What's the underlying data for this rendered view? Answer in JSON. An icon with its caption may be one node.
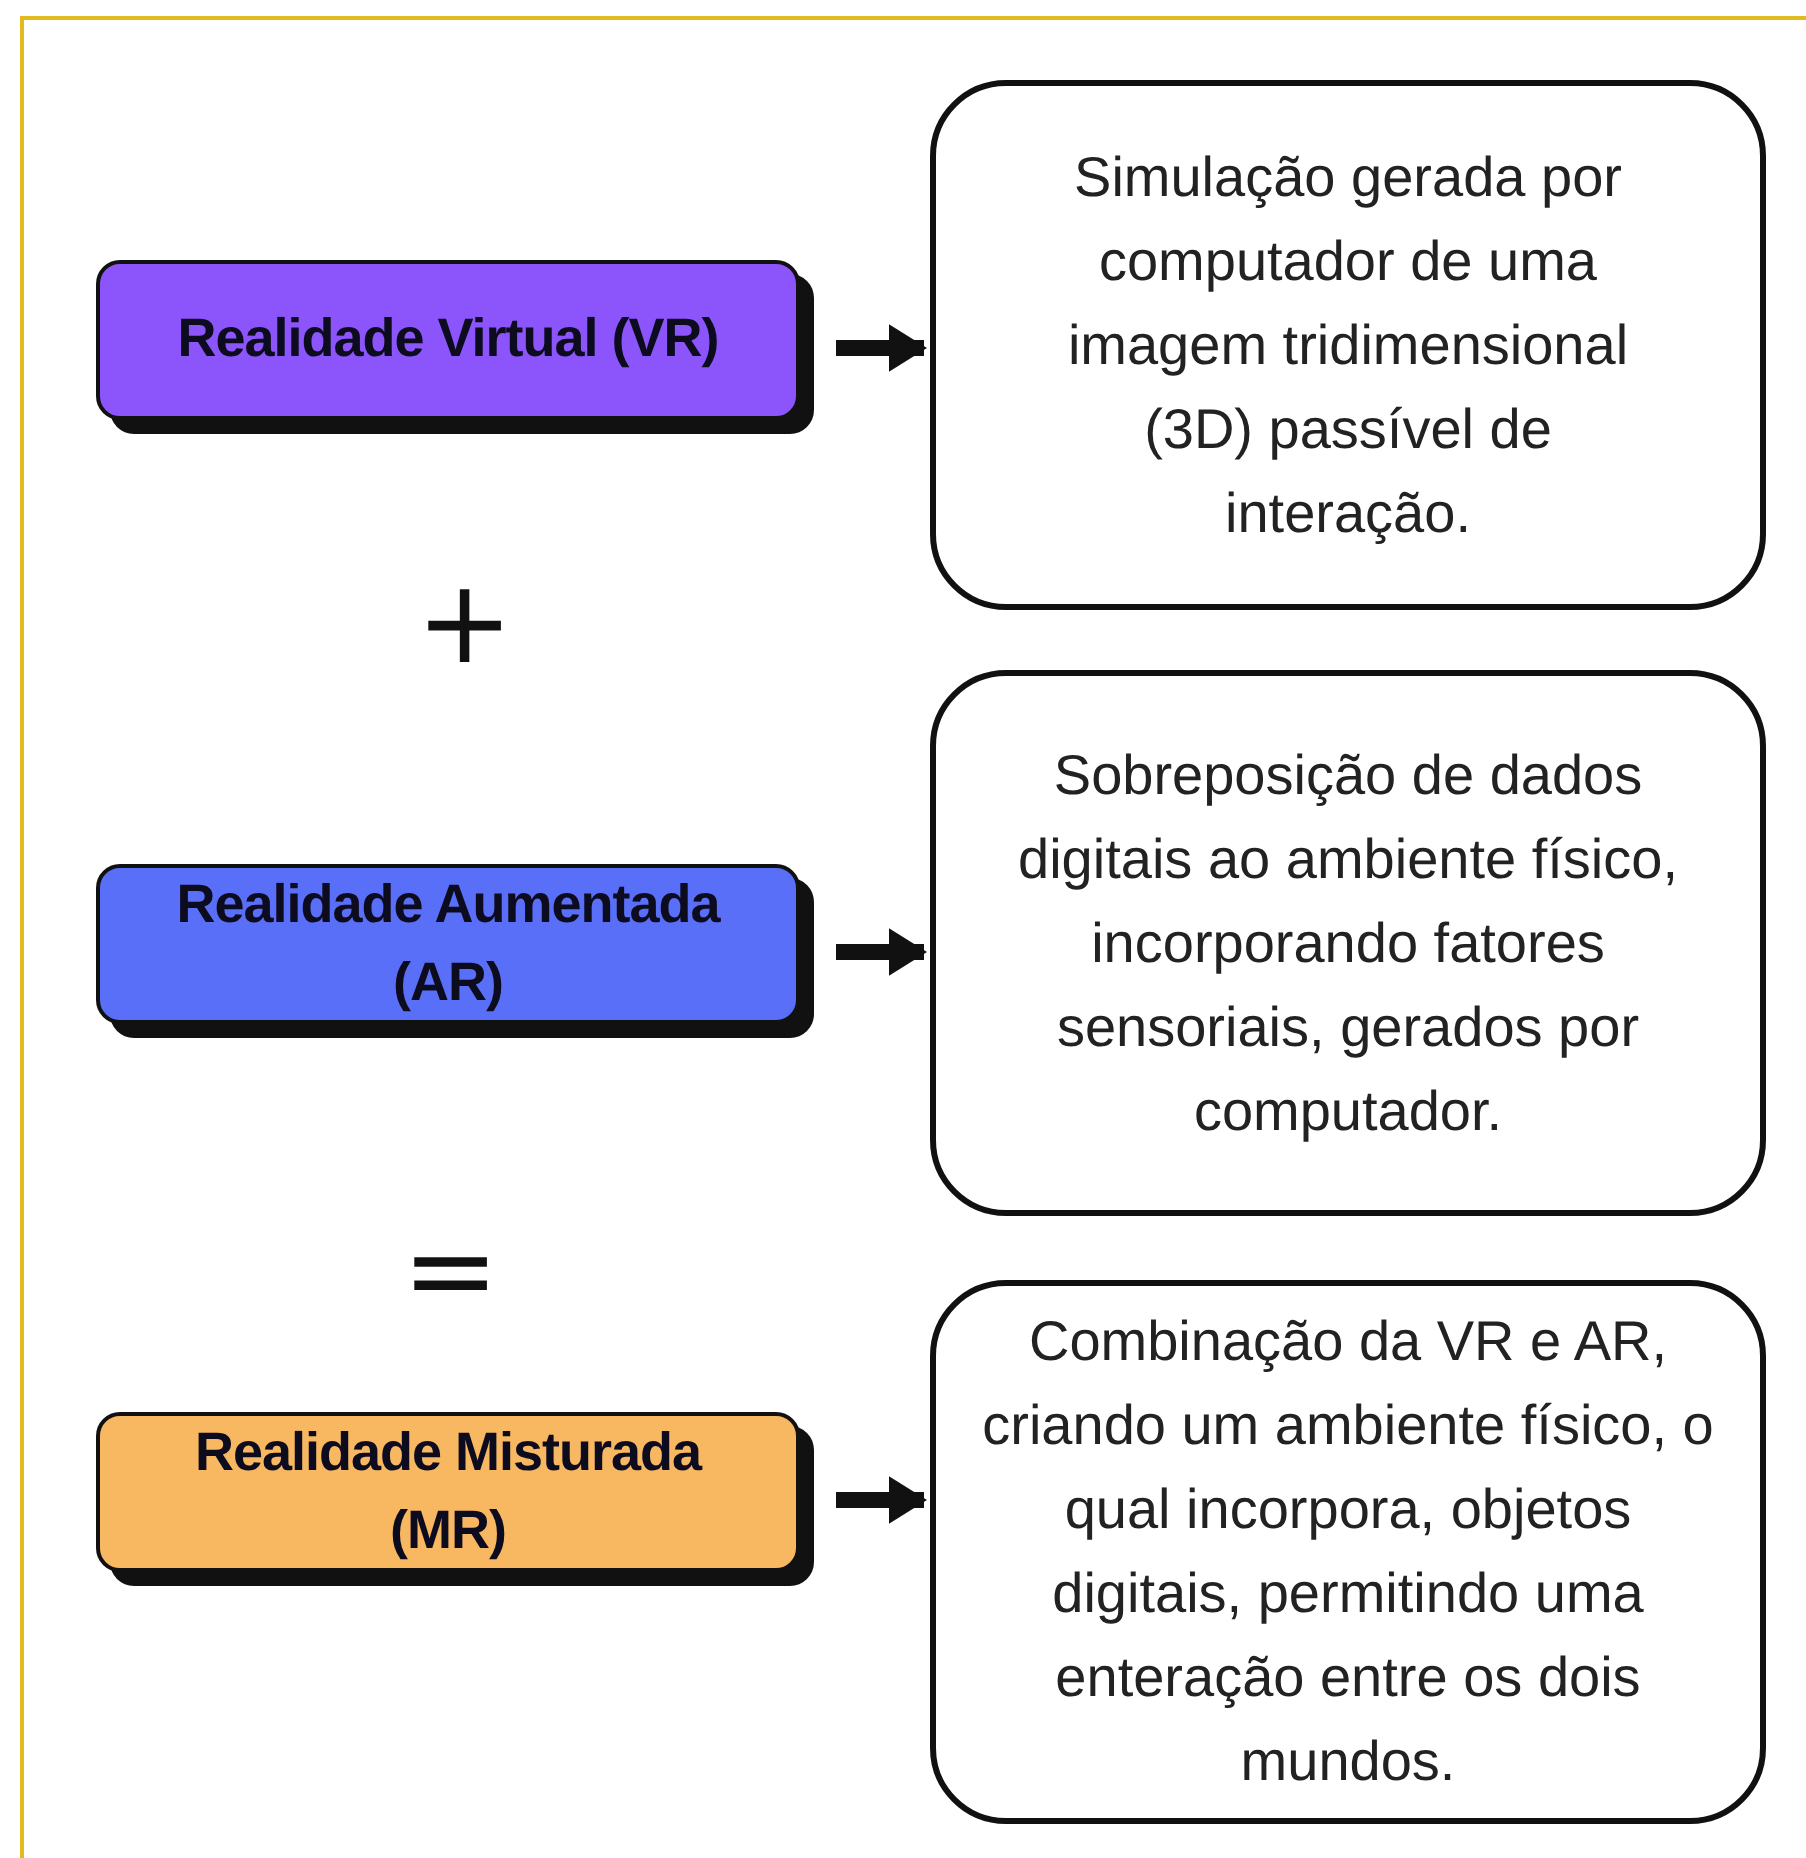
{
  "diagram": {
    "nodes": [
      {
        "text": [
          "Realidade Virtual (VR)"
        ]
      },
      {
        "text": [
          "Simulação gerada por computador de uma imagem tridimensional (3D) passível de interação."
        ]
      },
      {
        "text": [
          "Realidade Aumentada (AR)"
        ]
      },
      {
        "text": [
          "Sobreposição de dados digitais ao ambiente físico, incorporando fatores sensoriais, gerados por computador."
        ]
      },
      {
        "text": [
          "Realidade Misturada (MR)"
        ]
      },
      {
        "text": [
          "Combinação da VR e AR, criando um ambiente físico, o qual incorpora, objetos digitais, permitindo uma enteração entre os dois mundos."
        ]
      }
    ],
    "edges": [
      {
        "from": 0,
        "to": 1,
        "arrow": "to"
      },
      {
        "from": 2,
        "to": 3,
        "arrow": "to"
      },
      {
        "from": 4,
        "to": 5,
        "arrow": "to"
      }
    ],
    "labels": [
      "+",
      "="
    ]
  }
}
